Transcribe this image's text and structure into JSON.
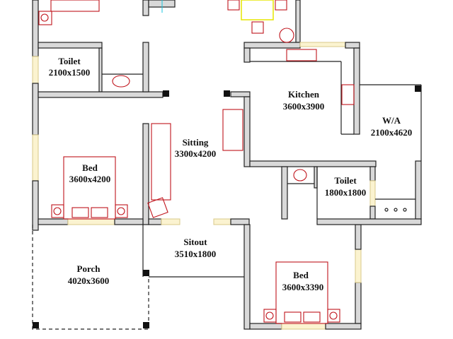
{
  "rooms": [
    {
      "name": "Toilet",
      "size": "2100x1500"
    },
    {
      "name": "Sitting",
      "size": "3300x4200"
    },
    {
      "name": "Bed",
      "size": "3600x4200"
    },
    {
      "name": "Kitchen",
      "size": "3600x3900"
    },
    {
      "name": "W/A",
      "size": "2100x4620"
    },
    {
      "name": "Toilet",
      "size": "1800x1800"
    },
    {
      "name": "Sitout",
      "size": "3510x1800"
    },
    {
      "name": "Porch",
      "size": "4020x3600"
    },
    {
      "name": "Bed",
      "size": "3600x3390"
    }
  ],
  "colors": {
    "wall": "#d9d9d9",
    "furniture": "#c0141c",
    "window": "#fbf3d0",
    "table": "#e6e600"
  }
}
